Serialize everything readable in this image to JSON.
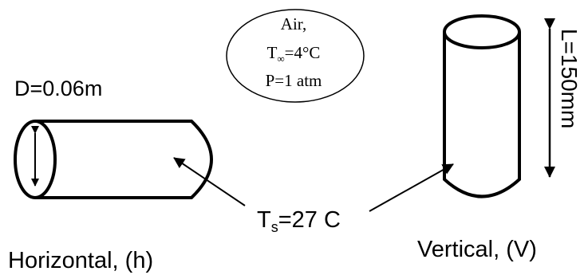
{
  "conditions": {
    "line1": "Air,",
    "line2_symbol": "T",
    "line2_subscript": "∞",
    "line2_value": "=4°C",
    "line3": "P=1 atm"
  },
  "horizontal_cylinder": {
    "diameter_label": "D=0.06m",
    "caption": "Horizontal, (h)"
  },
  "vertical_cylinder": {
    "length_label": "L=150mm",
    "caption": "Vertical, (V)"
  },
  "surface_temperature": {
    "symbol": "T",
    "subscript": "s",
    "value": "=27 C"
  },
  "colors": {
    "stroke": "#000000",
    "background": "#ffffff"
  }
}
